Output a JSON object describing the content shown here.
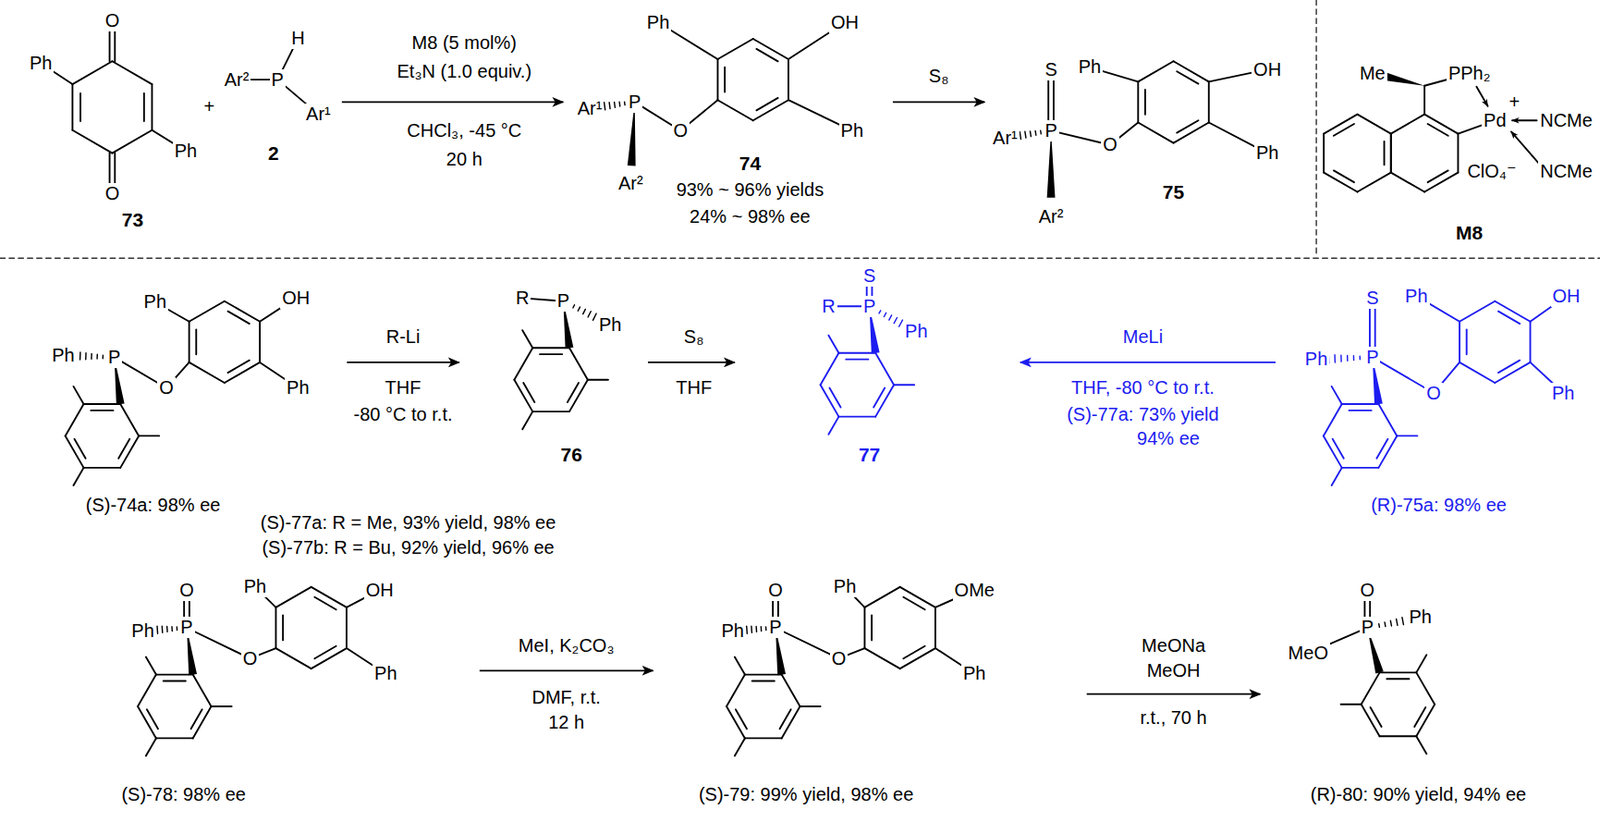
{
  "diagram": {
    "nodes": [
      {
        "text": [
          "73"
        ]
      },
      {
        "text": [
          "2"
        ]
      },
      {
        "text": [
          "74",
          "93% ~ 96% yields",
          "24% ~ 98% ee"
        ]
      },
      {
        "text": [
          "75"
        ]
      },
      {
        "text": [
          "M8"
        ]
      },
      {
        "text": [
          "(S)-74a: 98% ee"
        ]
      },
      {
        "text": [
          "76"
        ]
      },
      {
        "text": [
          "77"
        ]
      },
      {
        "text": [
          "(R)-75a: 98% ee"
        ]
      },
      {
        "text": [
          "(S)-78: 98% ee"
        ]
      },
      {
        "text": [
          "(S)-79: 99% yield, 98% ee"
        ]
      },
      {
        "text": [
          "(R)-80: 90% yield, 94% ee"
        ]
      }
    ],
    "edges": [
      {
        "from": 1,
        "to": 2,
        "arrow": "to"
      },
      {
        "from": 2,
        "to": 3,
        "arrow": "to"
      },
      {
        "from": 5,
        "to": 6,
        "arrow": "to"
      },
      {
        "from": 6,
        "to": 7,
        "arrow": "to"
      },
      {
        "from": 8,
        "to": 7,
        "arrow": "to"
      },
      {
        "from": 9,
        "to": 10,
        "arrow": "to"
      },
      {
        "from": 10,
        "to": 11,
        "arrow": "to"
      }
    ],
    "labels": [
      "Ph",
      "O",
      "O",
      "Ph",
      "+",
      "H",
      "Ar²",
      "P",
      "Ar¹",
      "M8 (5 mol%)",
      "Et₃N (1.0 equiv.)",
      "CHCl₃, -45 °C",
      "20 h",
      "Ph",
      "OH",
      "Ar¹",
      "P",
      "O",
      "Ph",
      "Ar²",
      "S₈",
      "S",
      "Ph",
      "OH",
      "Ar¹",
      "P",
      "O",
      "Ph",
      "Ar²",
      "Me",
      "PPh₂",
      "Pd",
      "+",
      "NCMe",
      "ClO₄⁻",
      "NCMe",
      "Ph",
      "OH",
      "Ph",
      "P",
      "O",
      "Ph",
      "R-Li",
      "THF",
      "-80 °C to r.t.",
      "R",
      "P",
      "Ph",
      "S₈",
      "THF",
      "S",
      "R",
      "P",
      "Ph",
      "MeLi",
      "THF, -80 °C to r.t.",
      "(S)-77a: 73% yield",
      "94% ee",
      "S",
      "Ph",
      "OH",
      "Ph",
      "P",
      "O",
      "Ph",
      "(S)-77a: R = Me, 93% yield, 98% ee",
      "(S)-77b: R = Bu, 92% yield, 96% ee",
      "O",
      "Ph",
      "P",
      "Ph",
      "OH",
      "O",
      "Ph",
      "MeI, K₂CO₃",
      "DMF, r.t.",
      "12 h",
      "O",
      "Ph",
      "P",
      "Ph",
      "OMe",
      "O",
      "Ph",
      "MeONa",
      "MeOH",
      "r.t., 70 h",
      "O",
      "MeO",
      "P",
      "Ph"
    ]
  }
}
